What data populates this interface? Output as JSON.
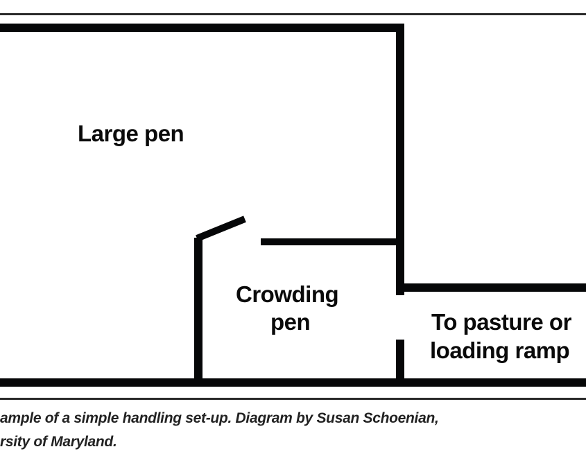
{
  "diagram": {
    "labels": {
      "large_pen": "Large pen",
      "crowding_pen_line1": "Crowding",
      "crowding_pen_line2": "pen",
      "exit_line1": "To pasture or",
      "exit_line2": "loading ramp"
    },
    "caption": {
      "line1": "ample of a simple handling set-up. Diagram by Susan Schoenian,",
      "line2": "rsity of Maryland."
    },
    "colors": {
      "wall": "#060708",
      "rule": "#2a2a2a"
    }
  }
}
